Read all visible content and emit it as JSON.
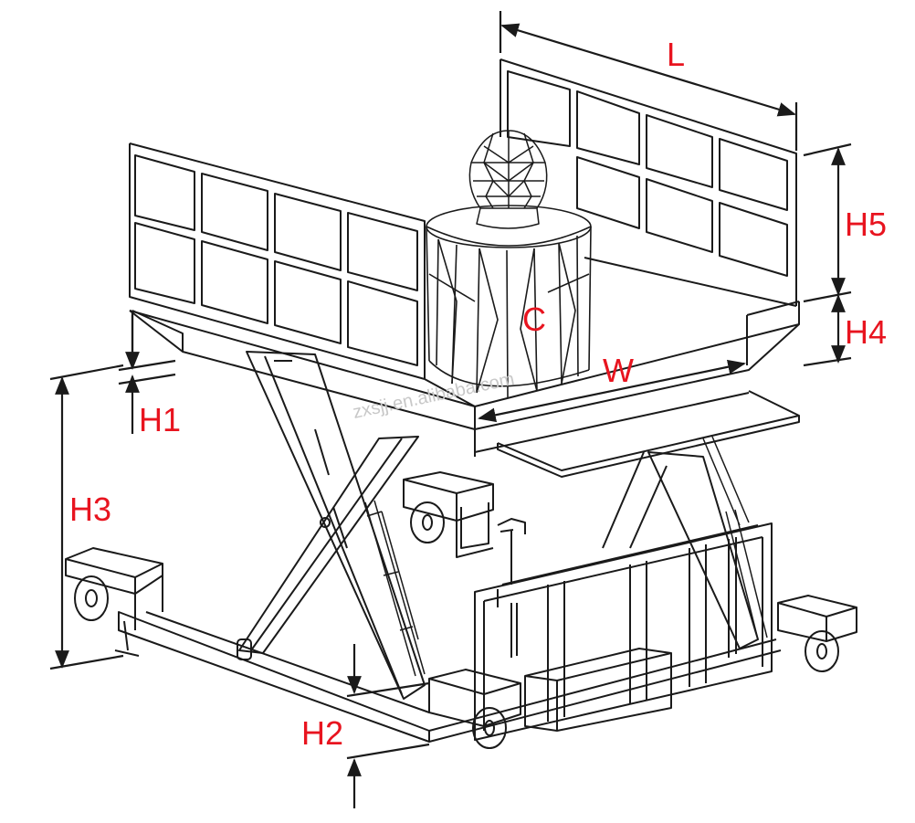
{
  "labels": {
    "L": "L",
    "W": "W",
    "C": "C",
    "H1": "H1",
    "H2": "H2",
    "H3": "H3",
    "H4": "H4",
    "H5": "H5"
  },
  "watermark": "zxsjj.en.alibaba.com",
  "colors": {
    "label": "#e8141f",
    "line": "#1a1a1a",
    "background": "#ffffff"
  }
}
